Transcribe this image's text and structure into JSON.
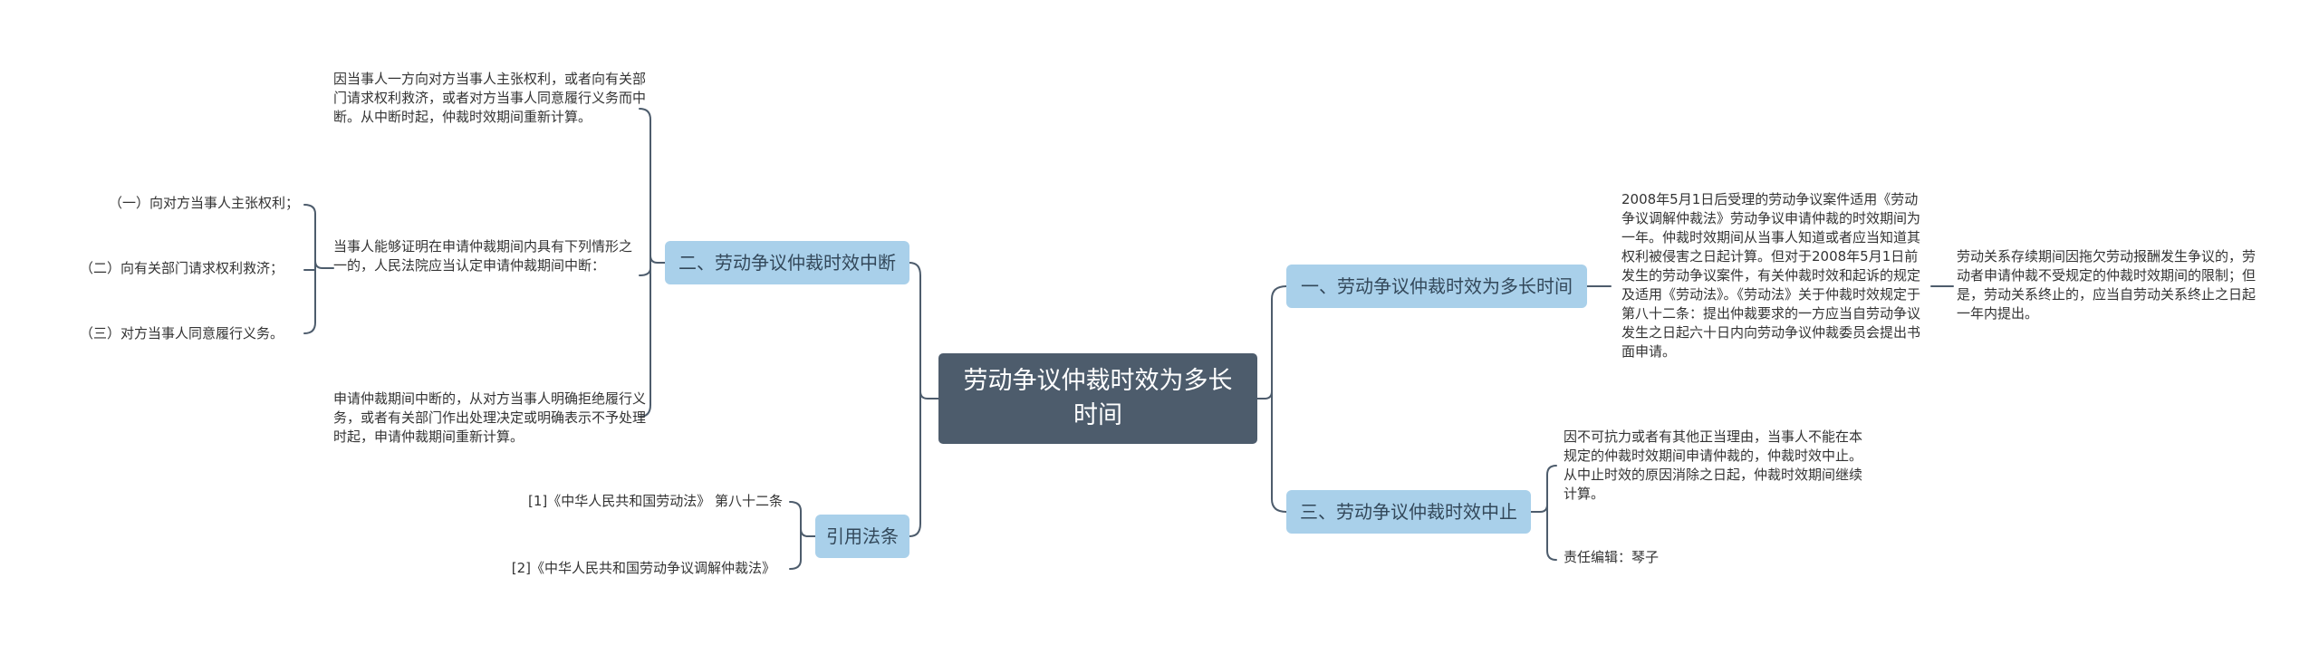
{
  "root": {
    "label": "劳动争议仲裁时效为多长时间"
  },
  "left": {
    "branch1": {
      "label": "二、劳动争议仲裁时效中断",
      "leaves": [
        "因当事人一方向对方当事人主张权利，或者向有关部门请求权利救济，或者对方当事人同意履行义务而中断。从中断时起，仲裁时效期间重新计算。",
        "当事人能够证明在申请仲裁期间内具有下列情形之一的，人民法院应当认定申请仲裁期间中断：",
        "申请仲裁期间中断的，从对方当事人明确拒绝履行义务，或者有关部门作出处理决定或明确表示不予处理时起，申请仲裁期间重新计算。"
      ],
      "subleaves": [
        "（一）向对方当事人主张权利；",
        "（二）向有关部门请求权利救济；",
        "（三）对方当事人同意履行义务。"
      ]
    },
    "branch2": {
      "label": "引用法条",
      "leaves": [
        "[1]《中华人民共和国劳动法》 第八十二条",
        "[2]《中华人民共和国劳动争议调解仲裁法》"
      ]
    }
  },
  "right": {
    "branch1": {
      "label": "一、劳动争议仲裁时效为多长时间",
      "leaf": "2008年5月1日后受理的劳动争议案件适用《劳动争议调解仲裁法》劳动争议申请仲裁的时效期间为一年。仲裁时效期间从当事人知道或者应当知道其权利被侵害之日起计算。但对于2008年5月1日前发生的劳动争议案件，有关仲裁时效和起诉的规定及适用《劳动法》。《劳动法》关于仲裁时效规定于第八十二条：提出仲裁要求的一方应当自劳动争议发生之日起六十日内向劳动争议仲裁委员会提出书面申请。",
      "subleaf": "劳动关系存续期间因拖欠劳动报酬发生争议的，劳动者申请仲裁不受规定的仲裁时效期间的限制；但是，劳动关系终止的，应当自劳动关系终止之日起一年内提出。"
    },
    "branch2": {
      "label": "三、劳动争议仲裁时效中止",
      "leaves": [
        "因不可抗力或者有其他正当理由，当事人不能在本规定的仲裁时效期间申请仲裁的，仲裁时效中止。从中止时效的原因消除之日起，仲裁时效期间继续计算。",
        "责任编辑：琴子"
      ]
    }
  },
  "colors": {
    "root_bg": "#4d5c6c",
    "branch_bg": "#a9d0ea",
    "line": "#4d5c6c"
  }
}
